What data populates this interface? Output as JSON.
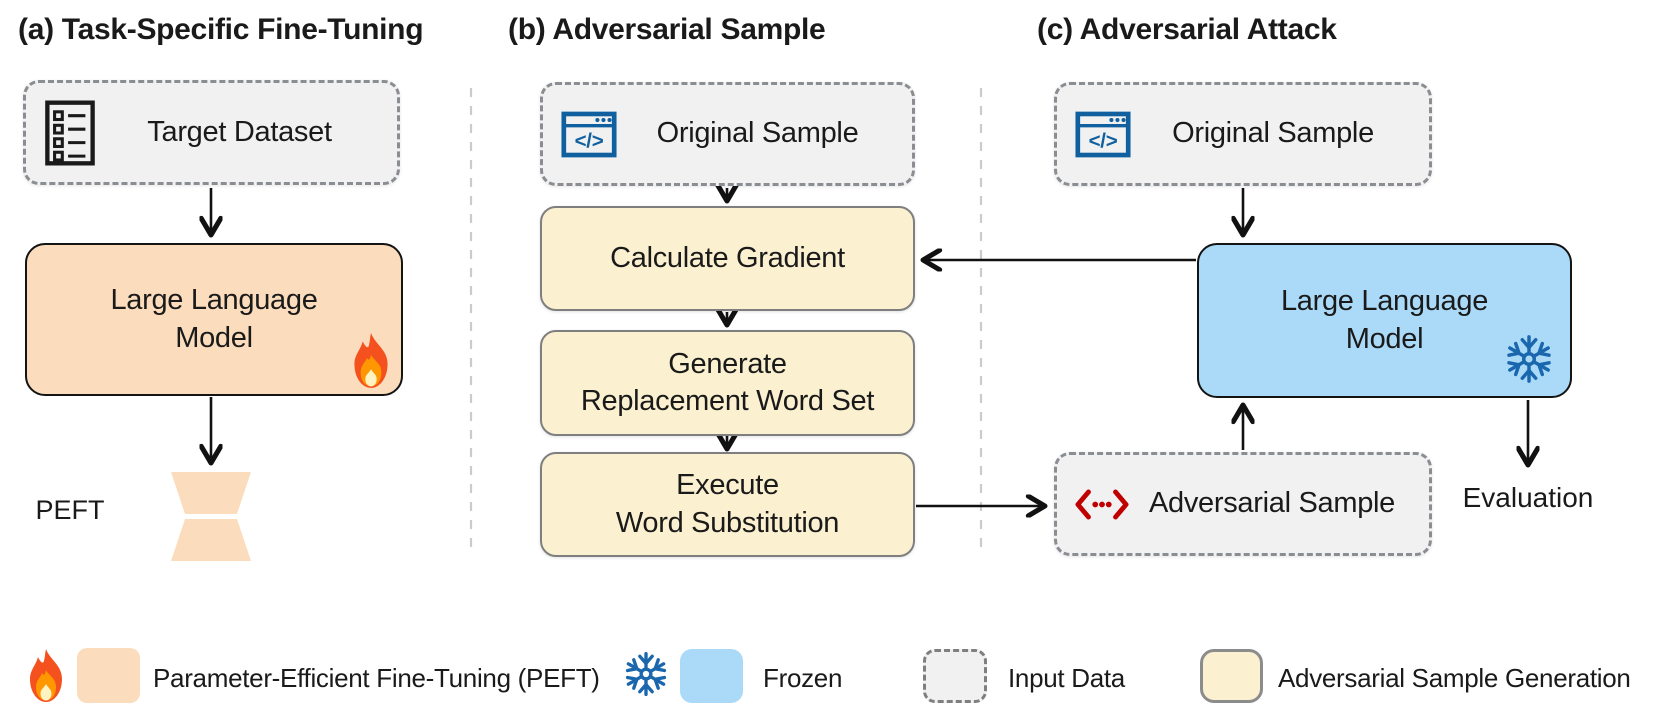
{
  "colors": {
    "peft_orange": "#FBDCBC",
    "frozen_blue": "#ABDAF8",
    "input_gray": "#F1F1F2",
    "generation_yellow": "#FBF0CF",
    "icon_blue": "#10609F",
    "icon_red": "#C00000",
    "snowflake_blue": "#1A67AE"
  },
  "panel_a": {
    "title": "(a) Task-Specific Fine-Tuning",
    "target_dataset": {
      "label": "Target Dataset"
    },
    "llm": {
      "lines": [
        "Large Language",
        "Model"
      ]
    },
    "peft_label": "PEFT"
  },
  "panel_b": {
    "title": "(b) Adversarial Sample",
    "original_sample": {
      "label": "Original Sample"
    },
    "steps": [
      {
        "lines": [
          "Calculate Gradient",
          ""
        ]
      },
      {
        "lines": [
          "Generate",
          "Replacement Word Set"
        ]
      },
      {
        "lines": [
          "Execute",
          "Word Substitution"
        ]
      }
    ]
  },
  "panel_c": {
    "title": "(c) Adversarial Attack",
    "original_sample": {
      "label": "Original Sample"
    },
    "llm": {
      "lines": [
        "Large Language",
        "Model"
      ]
    },
    "adversarial_sample": {
      "label": "Adversarial Sample"
    },
    "evaluation_label": "Evaluation"
  },
  "legend": {
    "items": [
      {
        "label": "Parameter-Efficient Fine-Tuning (PEFT)"
      },
      {
        "label": "Frozen"
      },
      {
        "label": "Input Data"
      },
      {
        "label": "Adversarial Sample Generation"
      }
    ]
  }
}
